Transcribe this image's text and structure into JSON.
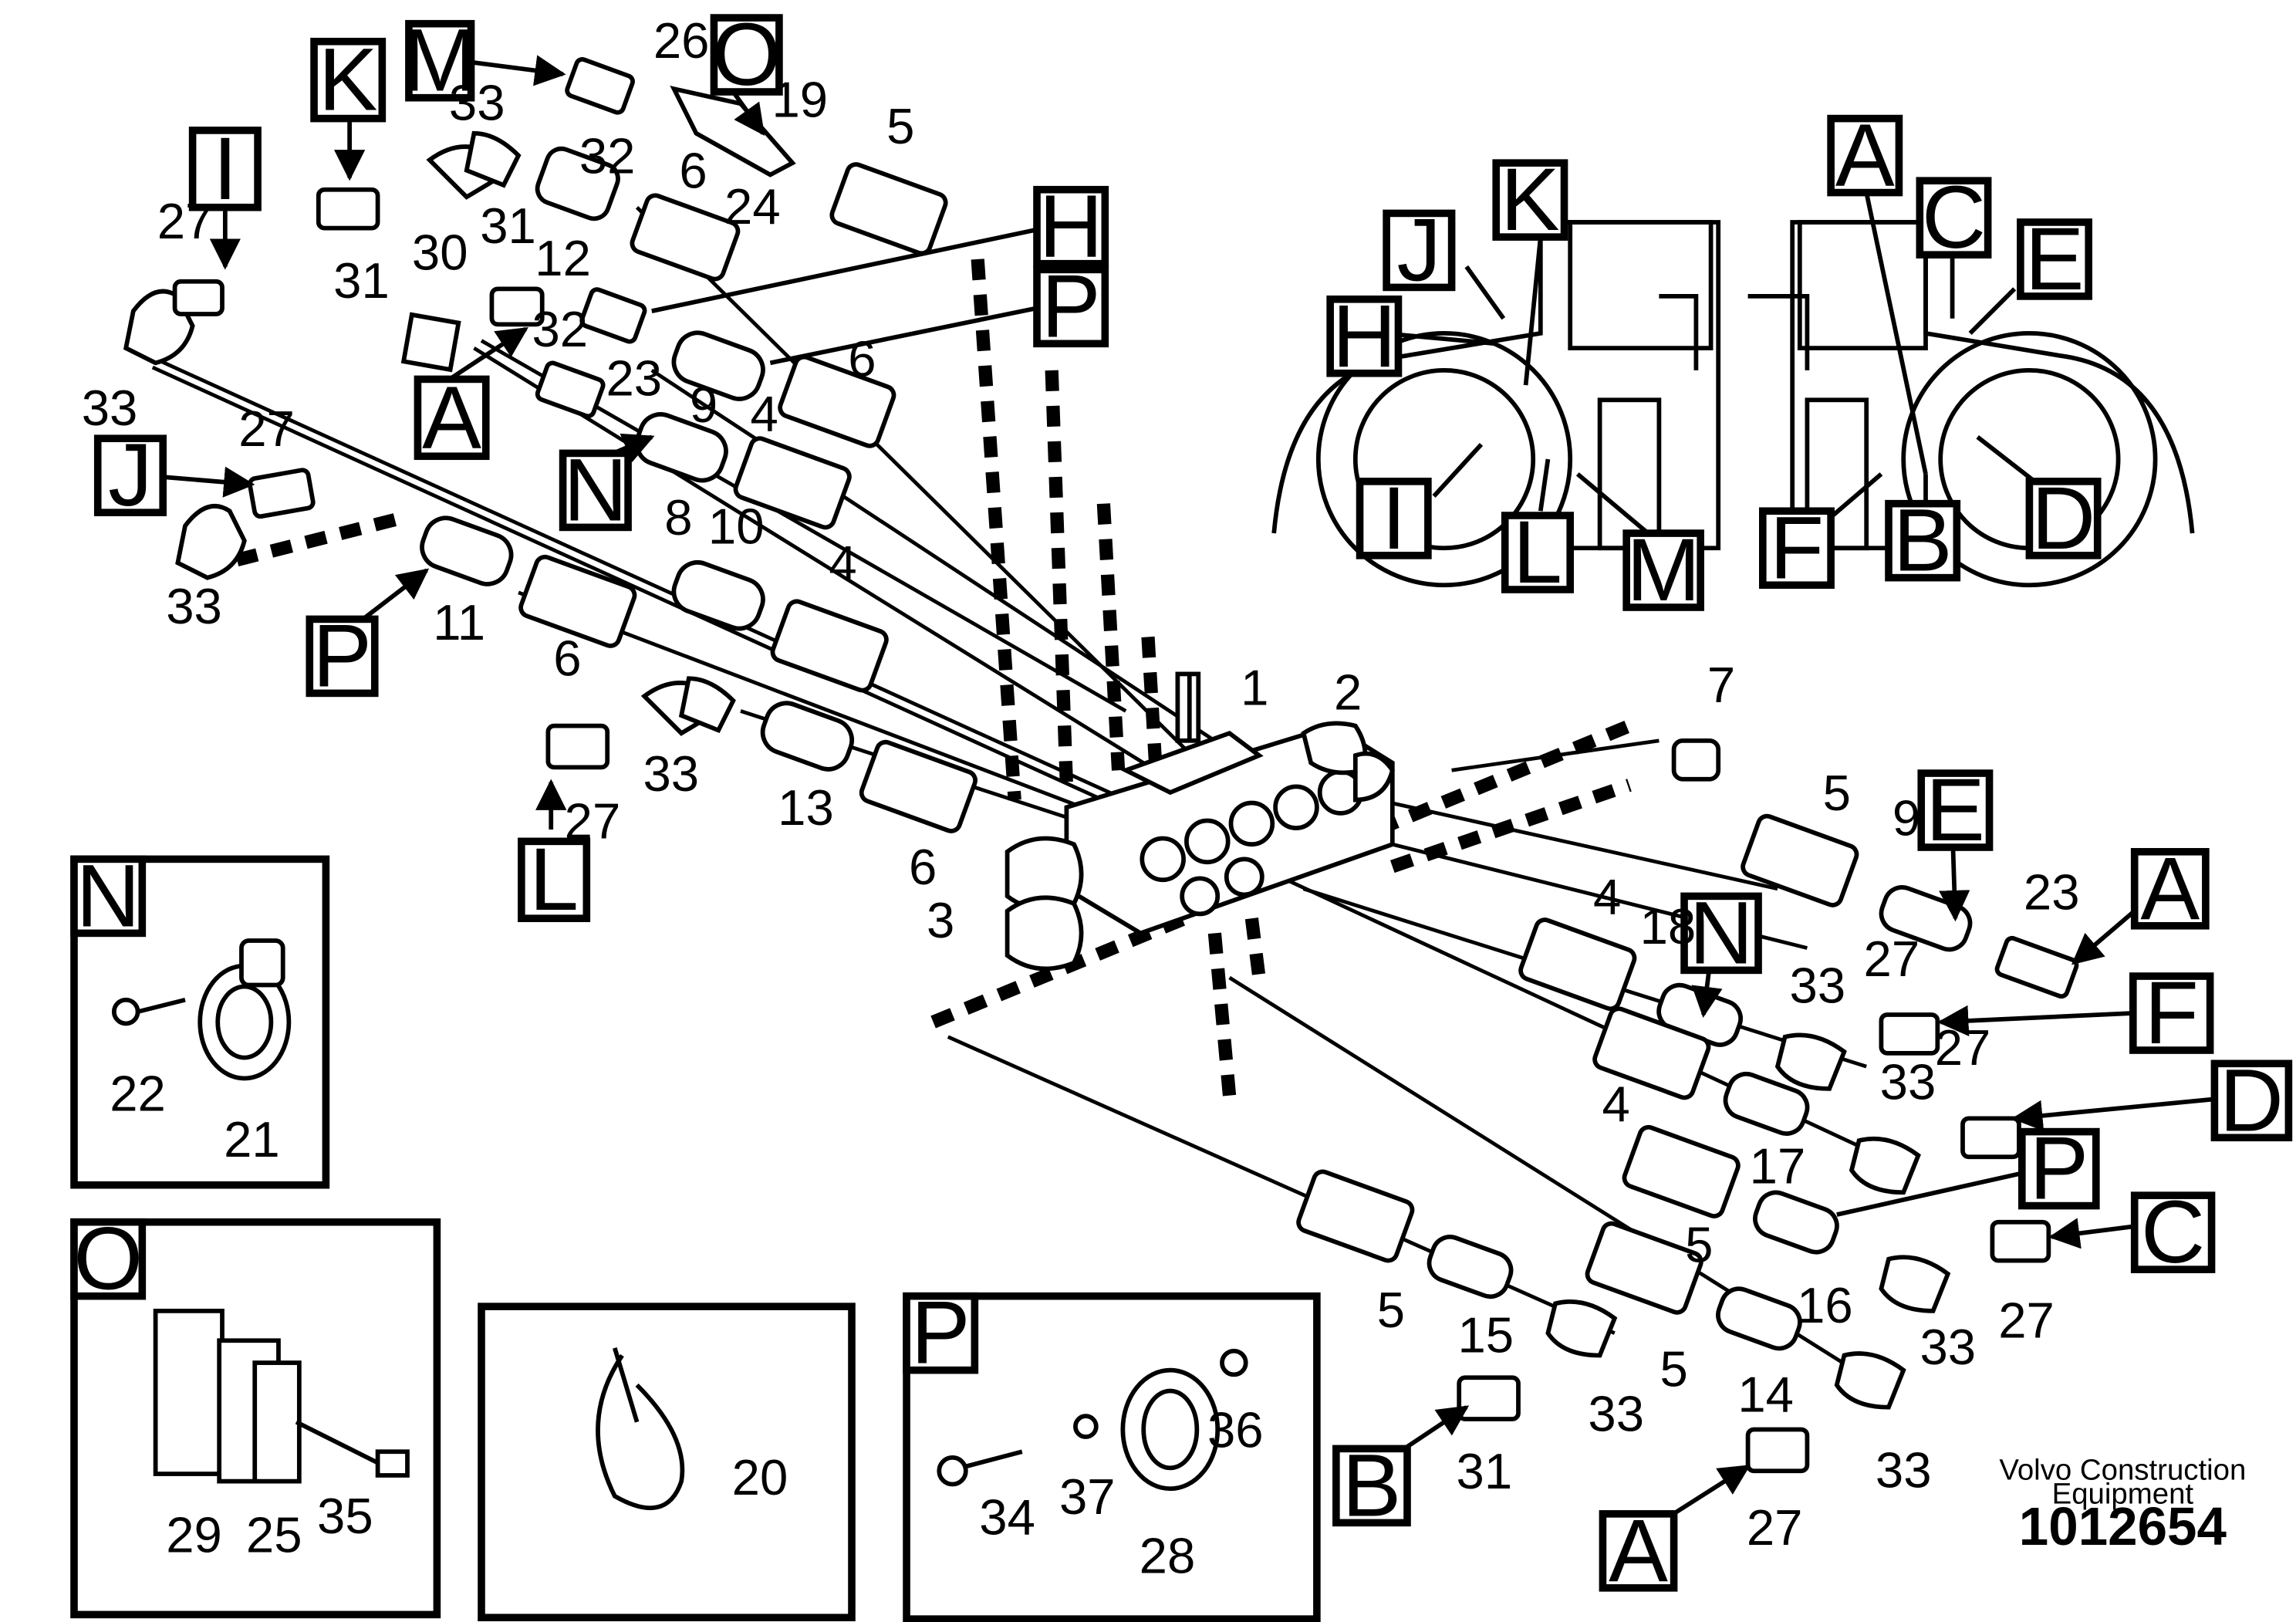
{
  "brand": {
    "line1": "Volvo Construction",
    "line2": "Equipment",
    "doc_number": "1012654"
  },
  "letters": {
    "A": "A",
    "B": "B",
    "C": "C",
    "D": "D",
    "E": "E",
    "F": "F",
    "H": "H",
    "I": "I",
    "J": "J",
    "K": "K",
    "L": "L",
    "M": "M",
    "N": "N",
    "O": "O",
    "P": "P"
  },
  "parts": {
    "p1": "1",
    "p2": "2",
    "p3": "3",
    "p4": "4",
    "p5": "5",
    "p6": "6",
    "p7": "7",
    "p8": "8",
    "p9": "9",
    "p10": "10",
    "p11": "11",
    "p12": "12",
    "p13": "13",
    "p14": "14",
    "p15": "15",
    "p16": "16",
    "p17": "17",
    "p18": "18",
    "p19": "19",
    "p20": "20",
    "p21": "21",
    "p22": "22",
    "p23": "23",
    "p24": "24",
    "p25": "25",
    "p26": "26",
    "p27": "27",
    "p28": "28",
    "p29": "29",
    "p30": "30",
    "p31": "31",
    "p32": "32",
    "p33": "33",
    "p34": "34",
    "p35": "35",
    "p36": "36",
    "p37": "37"
  }
}
